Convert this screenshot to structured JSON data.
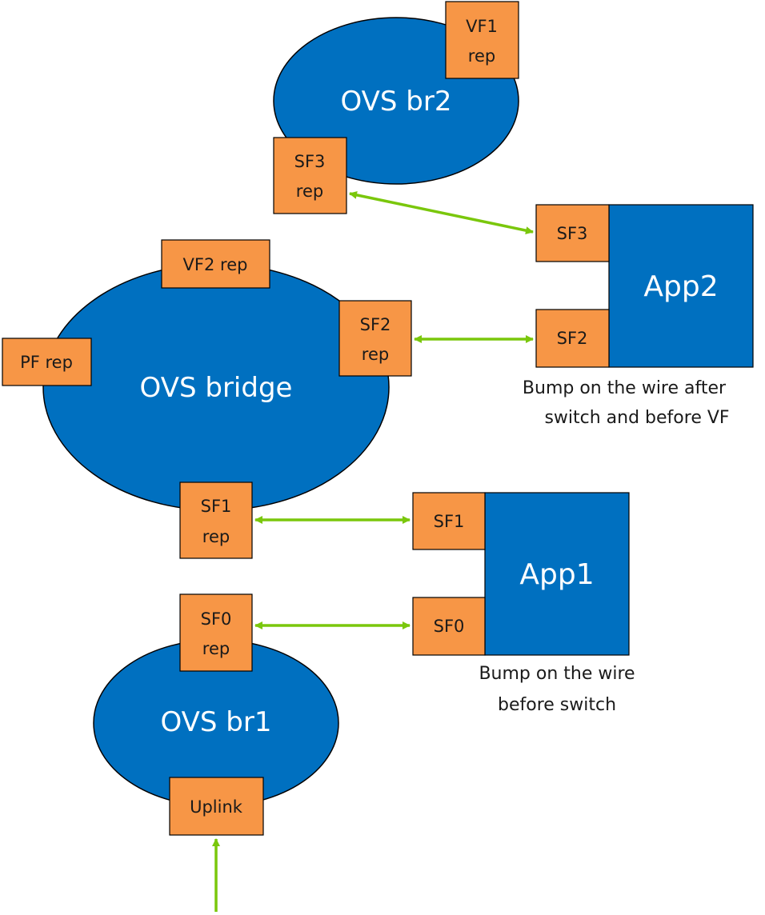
{
  "colors": {
    "bridge_fill": "#0070c0",
    "port_fill": "#f79646",
    "app_fill": "#0070c0",
    "link": "#7ac70c",
    "outline": "#000000"
  },
  "bridges": {
    "br2": "OVS br2",
    "bridge": "OVS bridge",
    "br1": "OVS br1"
  },
  "ports": {
    "vf1_rep": [
      "VF1",
      "rep"
    ],
    "sf3_rep": [
      "SF3",
      "rep"
    ],
    "vf2_rep": "VF2 rep",
    "pf_rep": "PF rep",
    "sf2_rep": [
      "SF2",
      "rep"
    ],
    "sf1_rep": [
      "SF1",
      "rep"
    ],
    "sf0_rep": [
      "SF0",
      "rep"
    ],
    "uplink": "Uplink"
  },
  "apps": {
    "app2": {
      "label": "App2",
      "ports": [
        "SF3",
        "SF2"
      ],
      "caption": [
        "Bump on the wire after",
        "switch and before VF"
      ]
    },
    "app1": {
      "label": "App1",
      "ports": [
        "SF1",
        "SF0"
      ],
      "caption": [
        "Bump on the wire",
        "before switch"
      ]
    }
  }
}
